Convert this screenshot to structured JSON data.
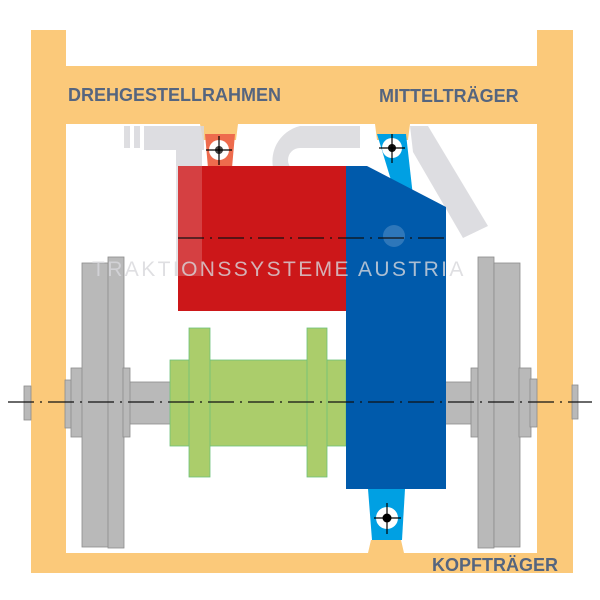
{
  "labels": {
    "frame": "DREHGESTELLRAHMEN",
    "center_beam": "MITTELTRÄGER",
    "end_beam": "KOPFTRÄGER"
  },
  "watermark": {
    "logo": "TSA",
    "text": "TRAKTIONSSYSTEME AUSTRIA"
  },
  "colors": {
    "frame": "#fbc97a",
    "label": "#55657f",
    "motor": "#cc1719",
    "gearbox": "#005aab",
    "gearbox_bracket": "#00a0e3",
    "motor_bracket": "#ee6b4d",
    "wheelset": "#b9b9b9",
    "coupling": "#abcd6b",
    "watermark": "#d8d8dc"
  }
}
